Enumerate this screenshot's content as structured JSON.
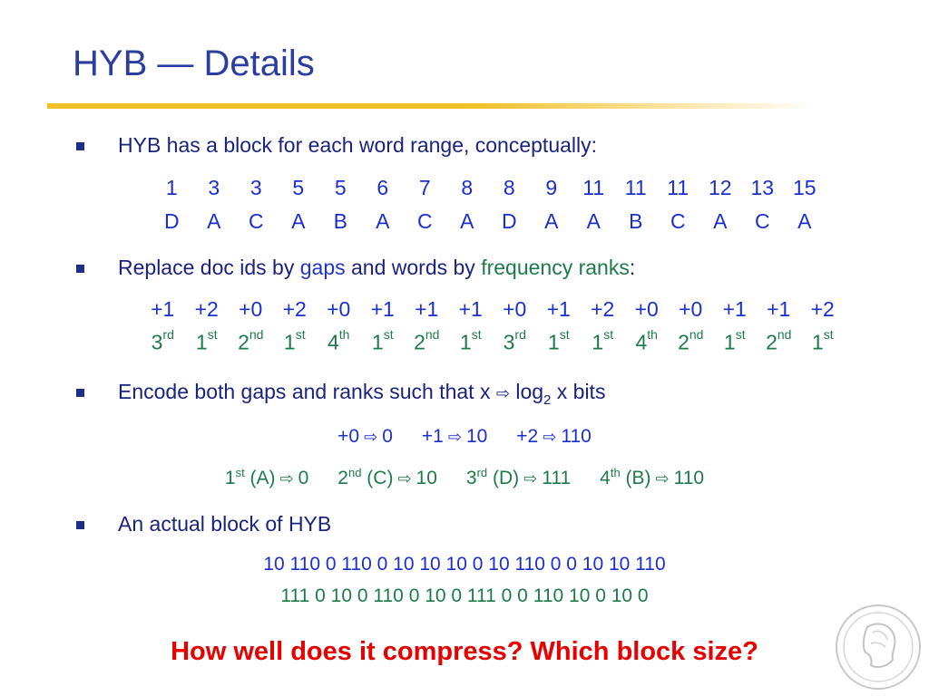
{
  "title": "HYB — Details",
  "bullets": [
    {
      "text": "HYB has a block for each word range, conceptually:"
    },
    {
      "pre": "Replace doc ids by ",
      "gaps": "gaps",
      "mid": " and words by ",
      "freq": "frequency ranks",
      "post": ":"
    },
    {
      "pre": "Encode both gaps and ranks such that  x ",
      "arrow": "⇨",
      "log": " log",
      "sub": "2",
      "post": " x bits"
    },
    {
      "text": "An actual block of HYB"
    }
  ],
  "doc_ids": [
    "1",
    "3",
    "3",
    "5",
    "5",
    "6",
    "7",
    "8",
    "8",
    "9",
    "11",
    "11",
    "11",
    "12",
    "13",
    "15"
  ],
  "words": [
    "D",
    "A",
    "C",
    "A",
    "B",
    "A",
    "C",
    "A",
    "D",
    "A",
    "A",
    "B",
    "C",
    "A",
    "C",
    "A"
  ],
  "gaps": [
    "+1",
    "+2",
    "+0",
    "+2",
    "+0",
    "+1",
    "+1",
    "+1",
    "+0",
    "+1",
    "+2",
    "+0",
    "+0",
    "+1",
    "+1",
    "+2"
  ],
  "ranks": [
    {
      "n": "3",
      "s": "rd"
    },
    {
      "n": "1",
      "s": "st"
    },
    {
      "n": "2",
      "s": "nd"
    },
    {
      "n": "1",
      "s": "st"
    },
    {
      "n": "4",
      "s": "th"
    },
    {
      "n": "1",
      "s": "st"
    },
    {
      "n": "2",
      "s": "nd"
    },
    {
      "n": "1",
      "s": "st"
    },
    {
      "n": "3",
      "s": "rd"
    },
    {
      "n": "1",
      "s": "st"
    },
    {
      "n": "1",
      "s": "st"
    },
    {
      "n": "4",
      "s": "th"
    },
    {
      "n": "2",
      "s": "nd"
    },
    {
      "n": "1",
      "s": "st"
    },
    {
      "n": "2",
      "s": "nd"
    },
    {
      "n": "1",
      "s": "st"
    }
  ],
  "gap_codes": [
    {
      "from": "+0",
      "to": "0"
    },
    {
      "from": "+1",
      "to": "10"
    },
    {
      "from": "+2",
      "to": "110"
    }
  ],
  "rank_codes": [
    {
      "n": "1",
      "s": "st",
      "w": "(A)",
      "to": "0"
    },
    {
      "n": "2",
      "s": "nd",
      "w": "(C)",
      "to": "10"
    },
    {
      "n": "3",
      "s": "rd",
      "w": "(D)",
      "to": "111"
    },
    {
      "n": "4",
      "s": "th",
      "w": "(B)",
      "to": "110"
    }
  ],
  "arrow": "⇨",
  "block_line1": "10 110 0 110 0 10 10 10 0 10 110 0 0 10 10 110",
  "block_line2": "111 0 10 0 110 0 10 0 111 0 0 110 10 0 10 0",
  "question": "How well does it compress? Which block size?",
  "colors": {
    "title": "#2b3ea0",
    "rule": "#f3bf27",
    "blue": "#1a2fcc",
    "green": "#1f7a4a",
    "question": "#e60000"
  }
}
